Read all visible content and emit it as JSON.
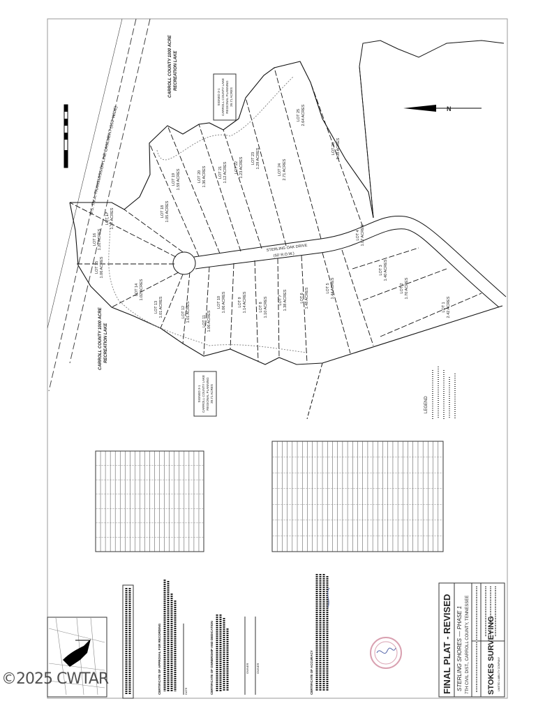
{
  "title_block": {
    "title": "FINAL PLAT - REVISED",
    "subdivision": "STERLING SHORES  —  PHASE 1",
    "location": "7TH CIVIL DIST., CARROLL COUNTY, TENNESSEE",
    "company": "STOKES SURVEYING",
    "company_sub": "LIMITED LIABILITY COMPANY"
  },
  "lots": [
    {
      "label": "LOT 1",
      "acres": "2.42 ACRES"
    },
    {
      "label": "LOT 2",
      "acres": "1.70 ACRES"
    },
    {
      "label": "LOT 3",
      "acres": "1.40 ACRES"
    },
    {
      "label": "LOT 4",
      "acres": "1.07 ACRES"
    },
    {
      "label": "LOT 5",
      "acres": "1.44 ACRES"
    },
    {
      "label": "LOT 6",
      "acres": "1.48 ACRES"
    },
    {
      "label": "LOT 7",
      "acres": "1.38 ACRES"
    },
    {
      "label": "LOT 8",
      "acres": "1.10 ACRES"
    },
    {
      "label": "LOT 9",
      "acres": "1.14 ACRES"
    },
    {
      "label": "LOT 10",
      "acres": "1.06 ACRES"
    },
    {
      "label": "LOT 11",
      "acres": "1.06 ACRES"
    },
    {
      "label": "LOT 12",
      "acres": "1.01 ACRES"
    },
    {
      "label": "LOT 13",
      "acres": "1.01 ACRES"
    },
    {
      "label": "LOT 14",
      "acres": "1.02 ACRES"
    },
    {
      "label": "LOT 15",
      "acres": "1.06 ACRES"
    },
    {
      "label": "LOT 16",
      "acres": "1.20 ACRES"
    },
    {
      "label": "LOT 17",
      "acres": "1.37 ACRES"
    },
    {
      "label": "LOT 18",
      "acres": "1.05 ACRES"
    },
    {
      "label": "LOT 19",
      "acres": "1.59 ACRES"
    },
    {
      "label": "LOT 20",
      "acres": "1.36 ACRES"
    },
    {
      "label": "LOT 21",
      "acres": "1.12 ACRES"
    },
    {
      "label": "LOT 22",
      "acres": "1.23 ACRES"
    },
    {
      "label": "LOT 23",
      "acres": "1.29 ACRES"
    },
    {
      "label": "LOT 24",
      "acres": "2.71 ACRES"
    },
    {
      "label": "LOT 25",
      "acres": "2.64 ACRES"
    },
    {
      "label": "LOT 26",
      "acres": "3.08 ACRES"
    }
  ],
  "labels": {
    "lake_top": "CARROLL COUNTY 1000 ACRE",
    "lake_top_2": "RECREATION LAKE",
    "lake_bottom": "CARROLL COUNTY 1000 ACRE",
    "lake_bottom_2": "RECREATION LAKE",
    "easement": "U.S. T.V.A. TRANSMISSION LINE EASEMENT (150' WIDE)",
    "road": "STERLING OAK DRIVE",
    "road_row": "(50' R.O.W.)",
    "regional_box_1": "SIGNED 3-1",
    "regional_box_2": "CARROLL COUNTY LAKE",
    "regional_box_3": "REGIONAL PLANNING",
    "regional_box_4": "39.71 ACRES",
    "legend": "LEGEND"
  },
  "certificates": {
    "approval": "CERTIFICATE OF APPROVAL FOR RECORDING",
    "ownership": "CERTIFICATE OF OWNERSHIP AND DEDICATION",
    "accuracy": "CERTIFICATE OF ACCURACY",
    "date": "DATE",
    "owner": "OWNER"
  },
  "watermark": "©2025 CWTAR"
}
